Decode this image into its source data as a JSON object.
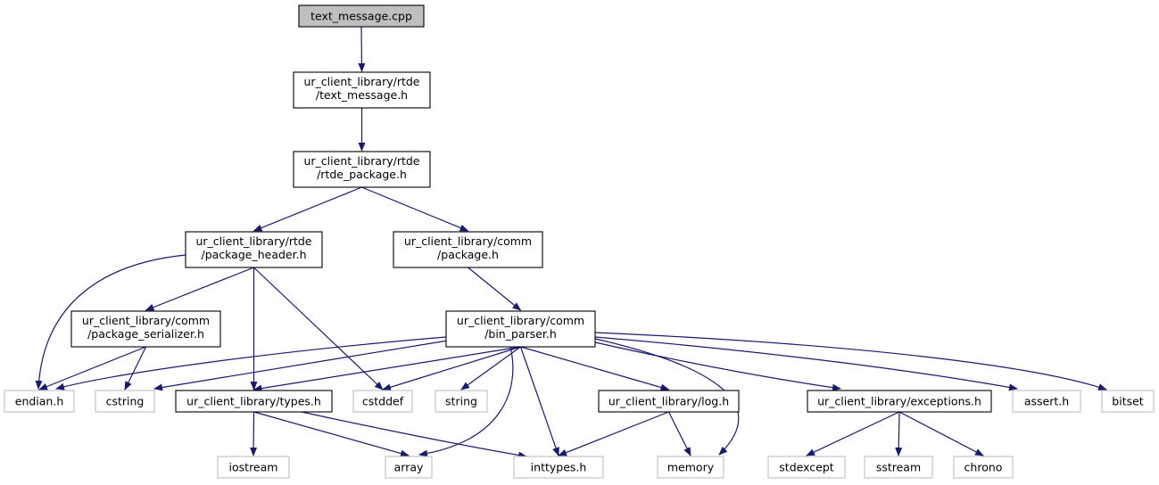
{
  "colors": {
    "edge": "#191970",
    "root_fill": "#bfbfbf",
    "documented_border": "#000000",
    "system_border": "#bfbfbf",
    "text": "#000000"
  },
  "nodes": [
    {
      "id": "text_message_cpp",
      "lines": [
        "text_message.cpp"
      ],
      "kind": "root"
    },
    {
      "id": "rtde_text_message_h",
      "lines": [
        "ur_client_library/rtde",
        "/text_message.h"
      ],
      "kind": "documented"
    },
    {
      "id": "rtde_package_h",
      "lines": [
        "ur_client_library/rtde",
        "/rtde_package.h"
      ],
      "kind": "documented"
    },
    {
      "id": "package_header_h",
      "lines": [
        "ur_client_library/rtde",
        "/package_header.h"
      ],
      "kind": "documented"
    },
    {
      "id": "comm_package_h",
      "lines": [
        "ur_client_library/comm",
        "/package.h"
      ],
      "kind": "documented"
    },
    {
      "id": "package_serializer_h",
      "lines": [
        "ur_client_library/comm",
        "/package_serializer.h"
      ],
      "kind": "documented"
    },
    {
      "id": "bin_parser_h",
      "lines": [
        "ur_client_library/comm",
        "/bin_parser.h"
      ],
      "kind": "documented"
    },
    {
      "id": "endian_h",
      "lines": [
        "endian.h"
      ],
      "kind": "system"
    },
    {
      "id": "cstring",
      "lines": [
        "cstring"
      ],
      "kind": "system"
    },
    {
      "id": "types_h",
      "lines": [
        "ur_client_library/types.h"
      ],
      "kind": "documented"
    },
    {
      "id": "cstddef",
      "lines": [
        "cstddef"
      ],
      "kind": "system"
    },
    {
      "id": "string",
      "lines": [
        "string"
      ],
      "kind": "system"
    },
    {
      "id": "log_h",
      "lines": [
        "ur_client_library/log.h"
      ],
      "kind": "documented"
    },
    {
      "id": "exceptions_h",
      "lines": [
        "ur_client_library/exceptions.h"
      ],
      "kind": "documented"
    },
    {
      "id": "assert_h",
      "lines": [
        "assert.h"
      ],
      "kind": "system"
    },
    {
      "id": "bitset",
      "lines": [
        "bitset"
      ],
      "kind": "system"
    },
    {
      "id": "iostream",
      "lines": [
        "iostream"
      ],
      "kind": "system"
    },
    {
      "id": "array",
      "lines": [
        "array"
      ],
      "kind": "system"
    },
    {
      "id": "inttypes_h",
      "lines": [
        "inttypes.h"
      ],
      "kind": "system"
    },
    {
      "id": "memory",
      "lines": [
        "memory"
      ],
      "kind": "system"
    },
    {
      "id": "stdexcept",
      "lines": [
        "stdexcept"
      ],
      "kind": "system"
    },
    {
      "id": "sstream",
      "lines": [
        "sstream"
      ],
      "kind": "system"
    },
    {
      "id": "chrono",
      "lines": [
        "chrono"
      ],
      "kind": "system"
    }
  ],
  "edges": [
    {
      "from": "text_message_cpp",
      "to": "rtde_text_message_h"
    },
    {
      "from": "rtde_text_message_h",
      "to": "rtde_package_h"
    },
    {
      "from": "rtde_package_h",
      "to": "package_header_h"
    },
    {
      "from": "rtde_package_h",
      "to": "comm_package_h"
    },
    {
      "from": "package_header_h",
      "to": "endian_h"
    },
    {
      "from": "package_header_h",
      "to": "package_serializer_h"
    },
    {
      "from": "package_header_h",
      "to": "types_h"
    },
    {
      "from": "package_header_h",
      "to": "cstddef"
    },
    {
      "from": "comm_package_h",
      "to": "bin_parser_h"
    },
    {
      "from": "package_serializer_h",
      "to": "endian_h"
    },
    {
      "from": "package_serializer_h",
      "to": "cstring"
    },
    {
      "from": "bin_parser_h",
      "to": "endian_h"
    },
    {
      "from": "bin_parser_h",
      "to": "cstring"
    },
    {
      "from": "bin_parser_h",
      "to": "types_h"
    },
    {
      "from": "bin_parser_h",
      "to": "cstddef"
    },
    {
      "from": "bin_parser_h",
      "to": "string"
    },
    {
      "from": "bin_parser_h",
      "to": "array"
    },
    {
      "from": "bin_parser_h",
      "to": "inttypes_h"
    },
    {
      "from": "bin_parser_h",
      "to": "log_h"
    },
    {
      "from": "bin_parser_h",
      "to": "memory"
    },
    {
      "from": "bin_parser_h",
      "to": "exceptions_h"
    },
    {
      "from": "bin_parser_h",
      "to": "assert_h"
    },
    {
      "from": "bin_parser_h",
      "to": "bitset"
    },
    {
      "from": "types_h",
      "to": "iostream"
    },
    {
      "from": "types_h",
      "to": "array"
    },
    {
      "from": "types_h",
      "to": "inttypes_h"
    },
    {
      "from": "log_h",
      "to": "inttypes_h"
    },
    {
      "from": "log_h",
      "to": "memory"
    },
    {
      "from": "exceptions_h",
      "to": "stdexcept"
    },
    {
      "from": "exceptions_h",
      "to": "sstream"
    },
    {
      "from": "exceptions_h",
      "to": "chrono"
    }
  ]
}
